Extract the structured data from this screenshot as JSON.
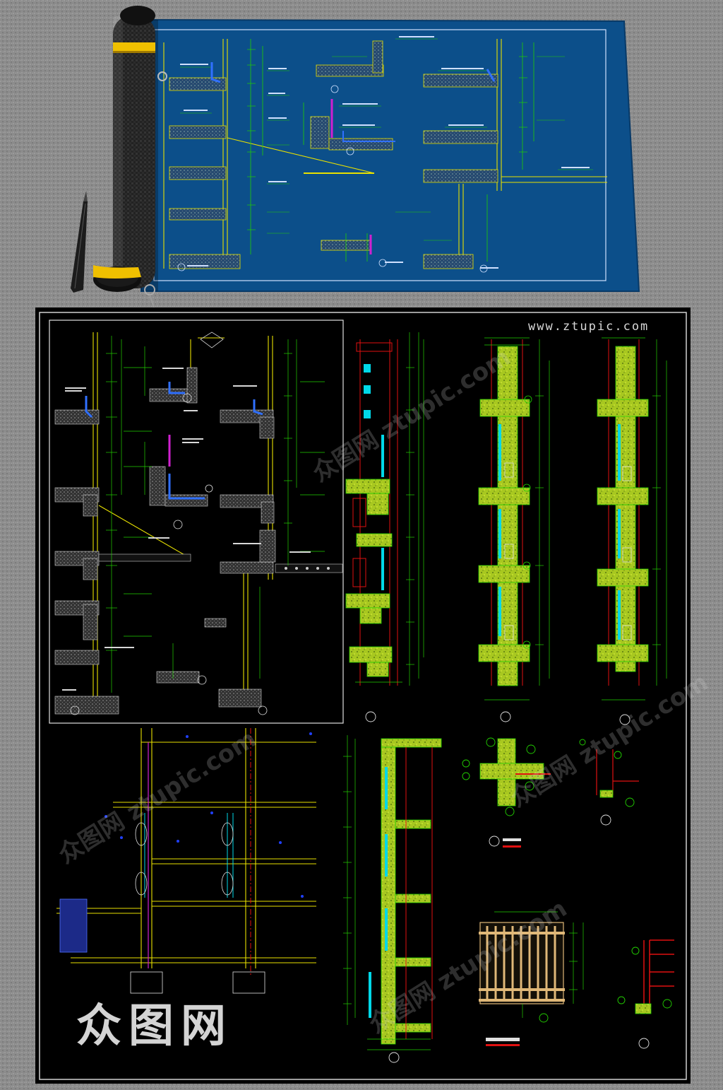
{
  "watermark": {
    "site_url": "www.ztupic.com",
    "brand": "众图网",
    "diagonal_text": "众图网 ztupic.com"
  },
  "colors": {
    "desk": "#8f8f8f",
    "blueprint": "#0c4f8a",
    "cad_background": "#000000",
    "cad_green": "#22d000",
    "cad_yellow": "#e8e000",
    "cad_red": "#e01010",
    "cad_cyan": "#00d8e8",
    "cad_magenta": "#d020d0",
    "roll": "#1e1e1e",
    "roll_band": "#f0c000"
  }
}
